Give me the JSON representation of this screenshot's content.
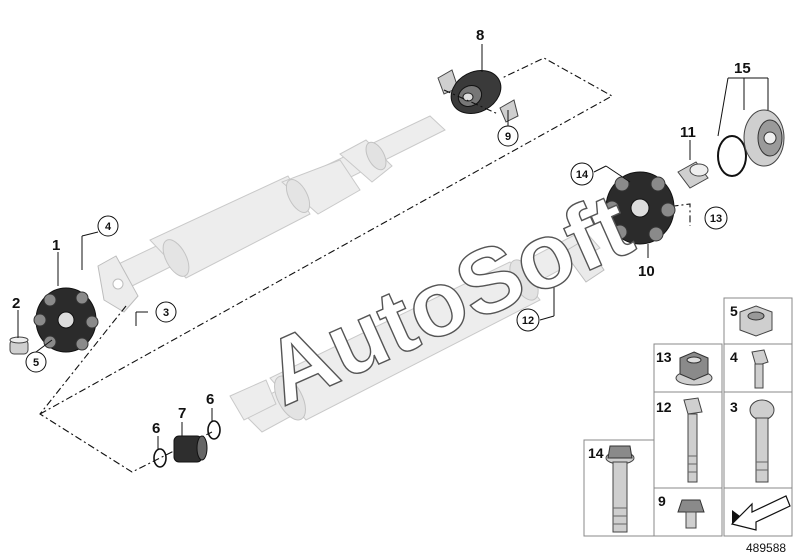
{
  "labels": {
    "l1": "1",
    "l2": "2",
    "l3": "3",
    "l4": "4",
    "l5": "5",
    "l6a": "6",
    "l6b": "6",
    "l7": "7",
    "l8": "8",
    "l9": "9",
    "l10": "10",
    "l11": "11",
    "l12": "12",
    "l13": "13",
    "l14": "14",
    "l15": "15"
  },
  "legend": {
    "c5": "5",
    "c13": "13",
    "c4": "4",
    "c12": "12",
    "c3": "3",
    "c14": "14",
    "c9": "9"
  },
  "watermark": "AutoSoft",
  "doc_number": "489588"
}
